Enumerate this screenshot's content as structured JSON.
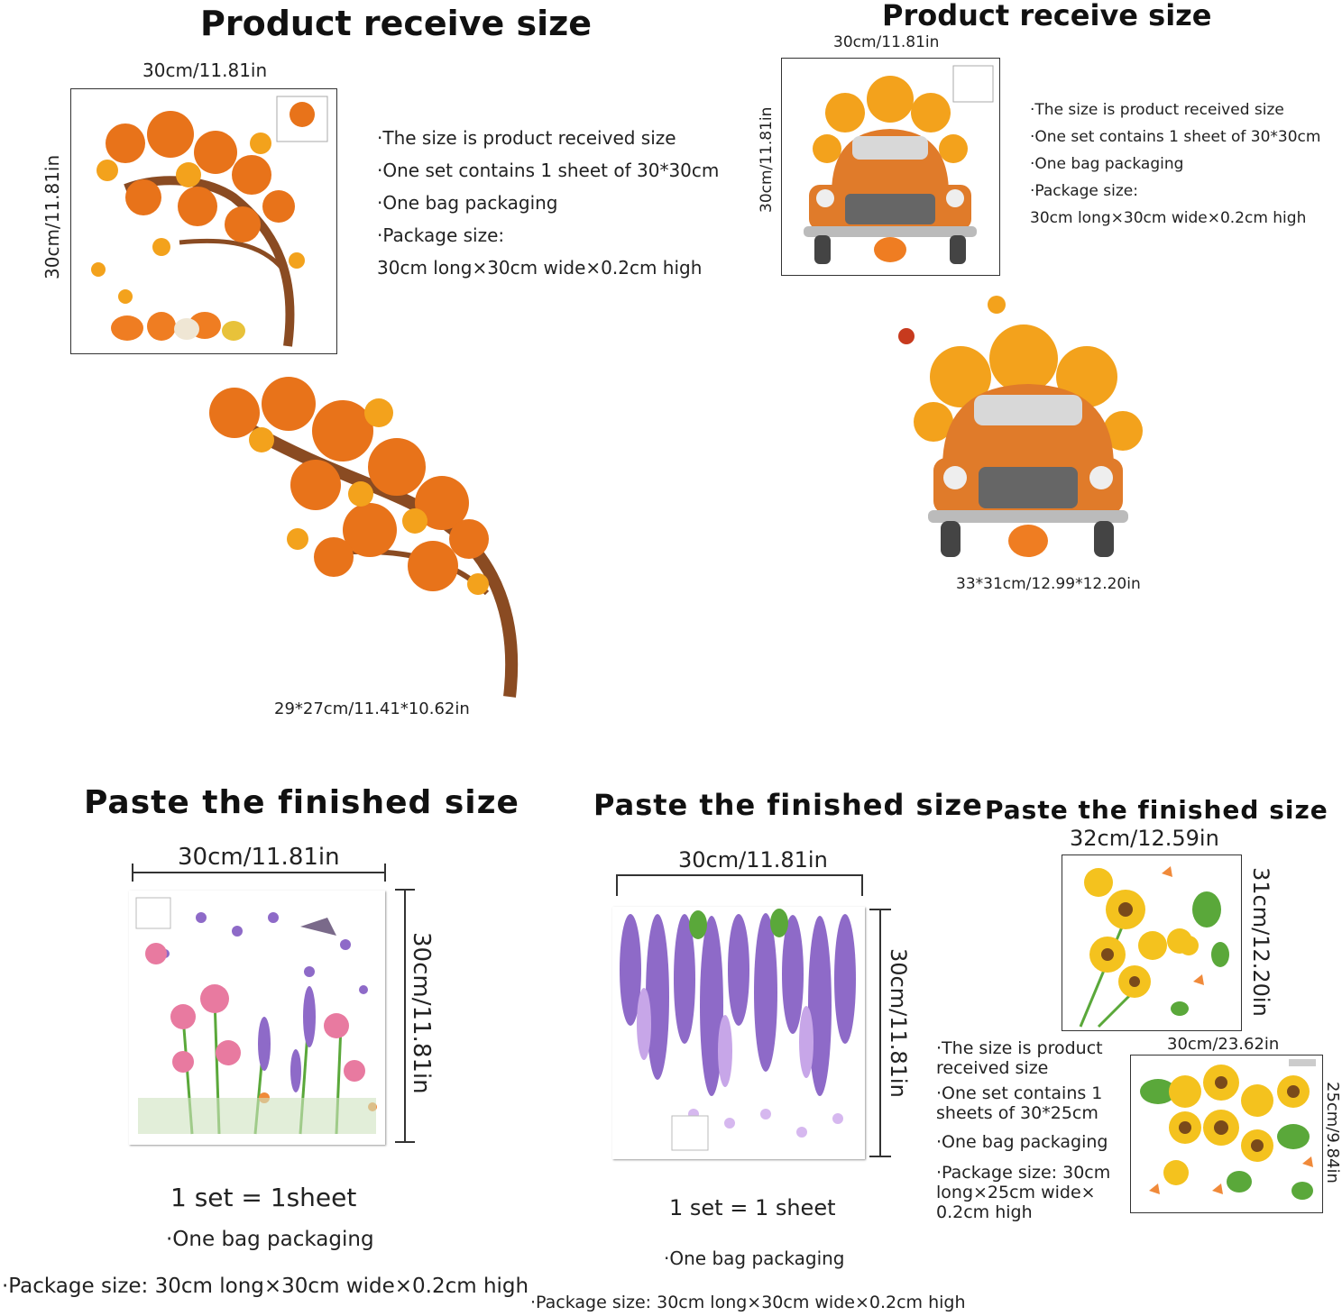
{
  "panel_maple": {
    "title": "Product receive size",
    "width_label": "30cm/11.81in",
    "height_label": "30cm/11.81in",
    "notes": [
      "·The size is product received size",
      "·One set contains 1 sheet of 30*30cm",
      "·One bag packaging",
      "·Package size:",
      " 30cm long×30cm wide×0.2cm high"
    ],
    "finished_label": "29*27cm/11.41*10.62in"
  },
  "panel_truck": {
    "title": "Product receive size",
    "width_label": "30cm/11.81in",
    "height_label": "30cm/11.81in",
    "notes": [
      "·The size is product received size",
      "·One set contains 1 sheet of 30*30cm",
      "·One bag packaging",
      "·Package size:",
      " 30cm long×30cm wide×0.2cm high"
    ],
    "finished_label": "33*31cm/12.99*12.20in"
  },
  "panel_flowers": {
    "title": "Paste the finished size",
    "width_label": "30cm/11.81in",
    "height_label": "30cm/11.81in",
    "set_label": "1 set = 1sheet",
    "packaging": "·One bag packaging",
    "package_size": "·Package size: 30cm long×30cm wide×0.2cm high"
  },
  "panel_wisteria": {
    "title": "Paste the finished size",
    "width_label": "30cm/11.81in",
    "height_label": "30cm/11.81in",
    "set_label": "1 set = 1 sheet",
    "packaging": "·One bag packaging",
    "package_size": "·Package size: 30cm long×30cm wide×0.2cm high"
  },
  "panel_sunflower": {
    "title": "Paste the finished size",
    "top_width_label": "32cm/12.59in",
    "top_height_label": "31cm/12.20in",
    "bottom_width_label": "30cm/23.62in",
    "bottom_height_label": "25cm/9.84in",
    "notes": [
      "·The size is product",
      "received size",
      "·One set contains 1",
      "sheets of 30*25cm",
      "·One bag packaging",
      "·Package size: 30cm",
      "long×25cm wide×",
      "0.2cm high"
    ]
  },
  "colors": {
    "maple": "#e8731a",
    "leaf": "#f3a21c",
    "trunk": "#8a4b22",
    "pumpkin": "#ef7d22",
    "truck": "#e07b2a",
    "pink": "#e87aa0",
    "purple": "#8e6ac8",
    "sunflower": "#f4c21e",
    "green": "#5aa83a"
  }
}
